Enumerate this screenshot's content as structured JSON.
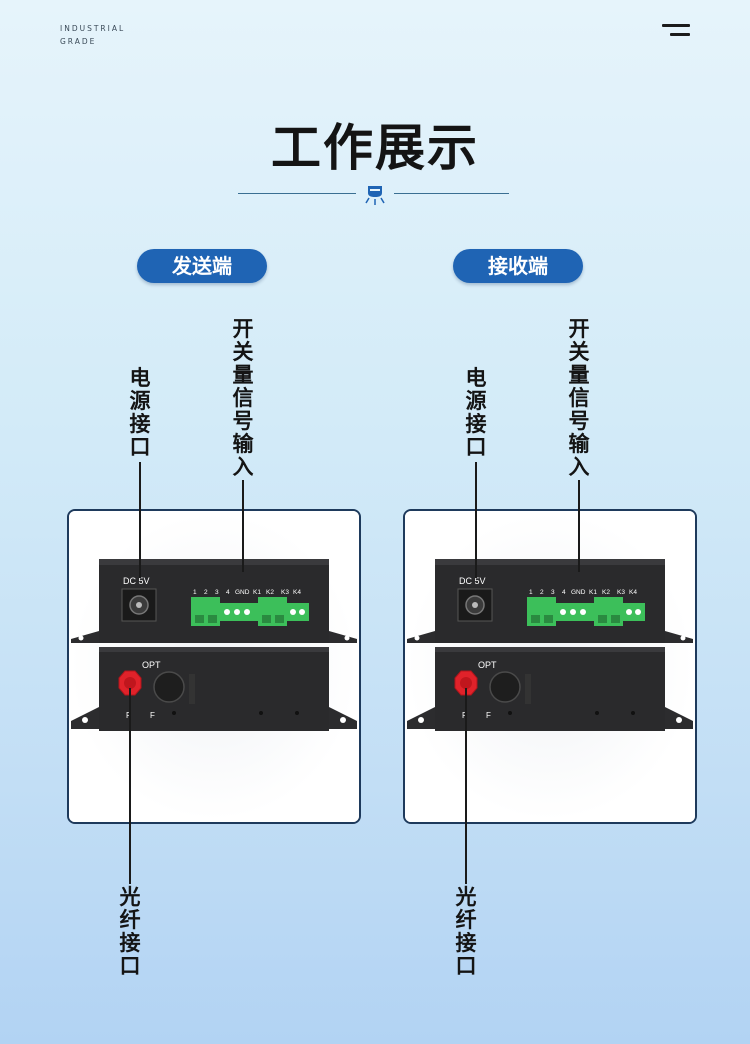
{
  "brand": {
    "line1": "INDUSTRIAL",
    "line2": "GRADE"
  },
  "header": {
    "title": "工作展示"
  },
  "colors": {
    "accent": "#1f64b4",
    "terminal_green": "#3cbf5a",
    "fiber_port_red": "#e0222a",
    "device_body": "#2a2a2c"
  },
  "icons": {
    "menu": "menu-icon",
    "divider": "lamp-icon"
  },
  "sender": {
    "badge": "发送端",
    "label_power": "电源接口",
    "label_switch": "开关量信号输入",
    "label_fiber": "光纤接口",
    "device": {
      "dc_label": "DC 5V",
      "terminal_labels": [
        "1",
        "2",
        "3",
        "4",
        "GND",
        "K1",
        "K2",
        "K3",
        "K4"
      ],
      "opt_label": "OPT",
      "led_p": "P",
      "led_f": "F"
    }
  },
  "receiver": {
    "badge": "接收端",
    "label_power": "电源接口",
    "label_switch": "开关量信号输入",
    "label_fiber": "光纤接口",
    "device": {
      "dc_label": "DC 5V",
      "terminal_labels": [
        "1",
        "2",
        "3",
        "4",
        "GND",
        "K1",
        "K2",
        "K3",
        "K4"
      ],
      "opt_label": "OPT",
      "led_p": "P",
      "led_f": "F"
    }
  }
}
